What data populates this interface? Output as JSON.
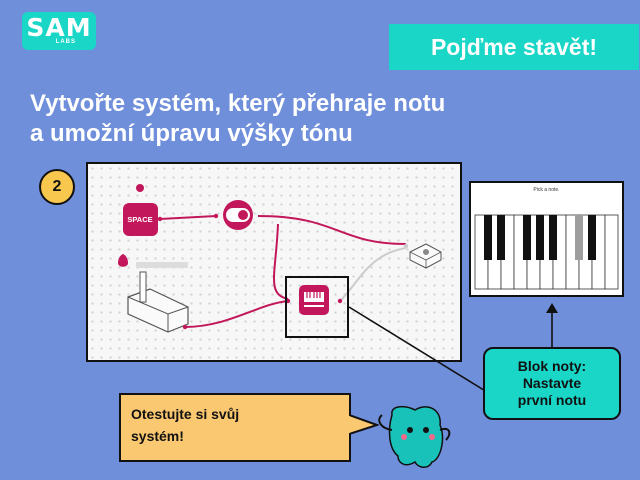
{
  "logo": {
    "text": "SAM",
    "sub": "LABS"
  },
  "banner": {
    "text": "Pojďme stavět!"
  },
  "title": {
    "line1": "Vytvořte systém, který přehraje notu",
    "line2": "a umožní úpravu výšky tónu"
  },
  "step": {
    "number": "2"
  },
  "canvas": {
    "space_block_label": "SPACE"
  },
  "piano": {
    "title": "Pick a note."
  },
  "callout_note": {
    "line1": "Blok noty:",
    "line2": "Nastavte",
    "line3": "první notu"
  },
  "callout_test": {
    "line1": "Otestujte si svůj",
    "line2": "systém!"
  },
  "colors": {
    "background": "#6f8fdb",
    "teal": "#19d6c7",
    "magenta": "#c2185b",
    "yellow": "#f9c870",
    "badge": "#f7c84d"
  }
}
